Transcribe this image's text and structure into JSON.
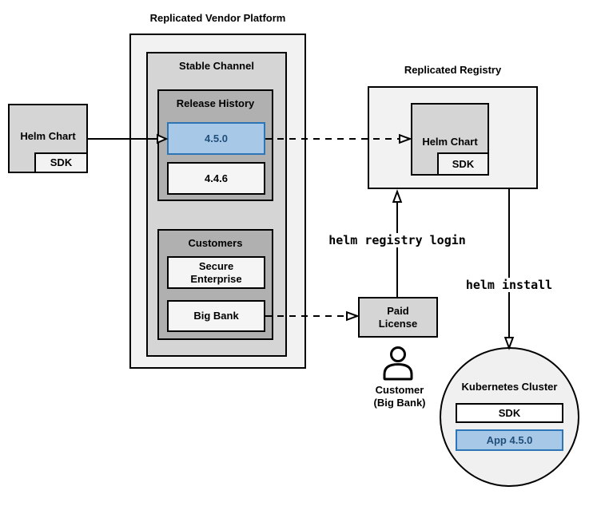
{
  "colors": {
    "bg_outer": "#f2f2f2",
    "bg_mid": "#d5d5d5",
    "bg_inner": "#b0b0b0",
    "bg_item": "#f5f5f5",
    "bg_white": "#ffffff",
    "bg_circle": "#f0f0f0",
    "accent_fill": "#a8c8e8",
    "accent_stroke": "#2e75b6",
    "accent_text": "#1f4e79",
    "line": "#000000"
  },
  "platform": {
    "title": "Replicated Vendor Platform",
    "stable": {
      "title": "Stable Channel"
    },
    "release_history": {
      "title": "Release History",
      "releases": [
        {
          "version": "4.5.0",
          "highlighted": true
        },
        {
          "version": "4.4.6",
          "highlighted": false
        }
      ]
    },
    "customers": {
      "title": "Customers",
      "items": [
        "Secure\nEnterprise",
        "Big Bank"
      ]
    }
  },
  "source_chart": {
    "label": "Helm Chart",
    "sdk": "SDK"
  },
  "registry": {
    "title": "Replicated Registry",
    "chart_label": "Helm Chart",
    "sdk": "SDK"
  },
  "license": {
    "label": "Paid\nLicense"
  },
  "customer": {
    "label": "Customer\n(Big Bank)"
  },
  "kubernetes": {
    "title": "Kubernetes Cluster",
    "sdk": "SDK",
    "app": "App 4.5.0"
  },
  "commands": {
    "login": "helm registry login",
    "install": "helm install"
  }
}
